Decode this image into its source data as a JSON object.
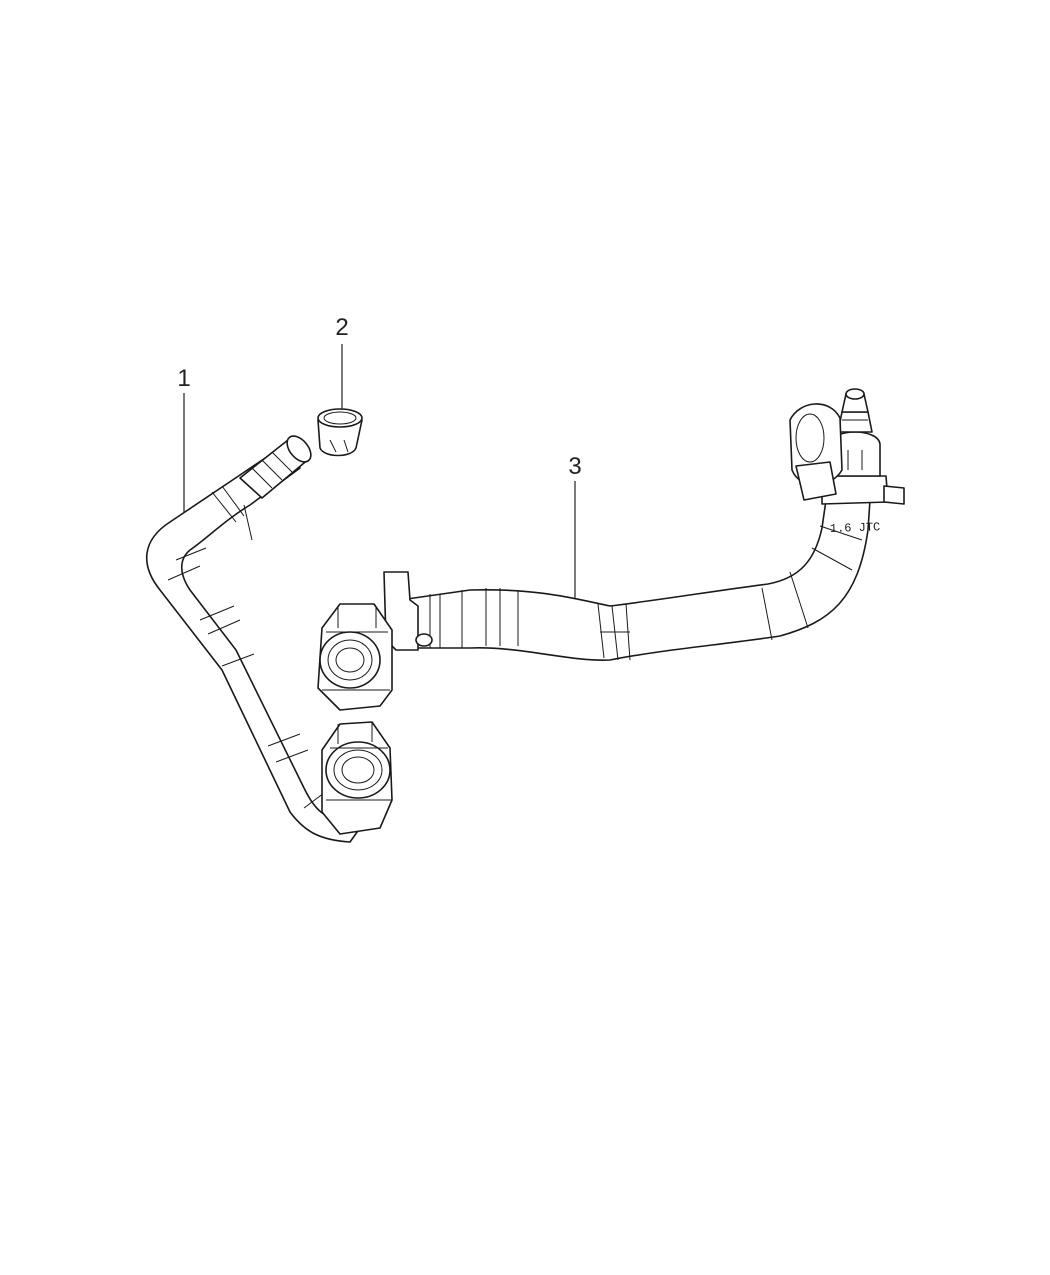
{
  "callouts": [
    {
      "id": "1",
      "label": "1"
    },
    {
      "id": "2",
      "label": "2"
    },
    {
      "id": "3",
      "label": "3"
    }
  ],
  "hose_stamp": "1.6 JTC",
  "colors": {
    "line": "#1a1a1a",
    "background": "#ffffff"
  }
}
